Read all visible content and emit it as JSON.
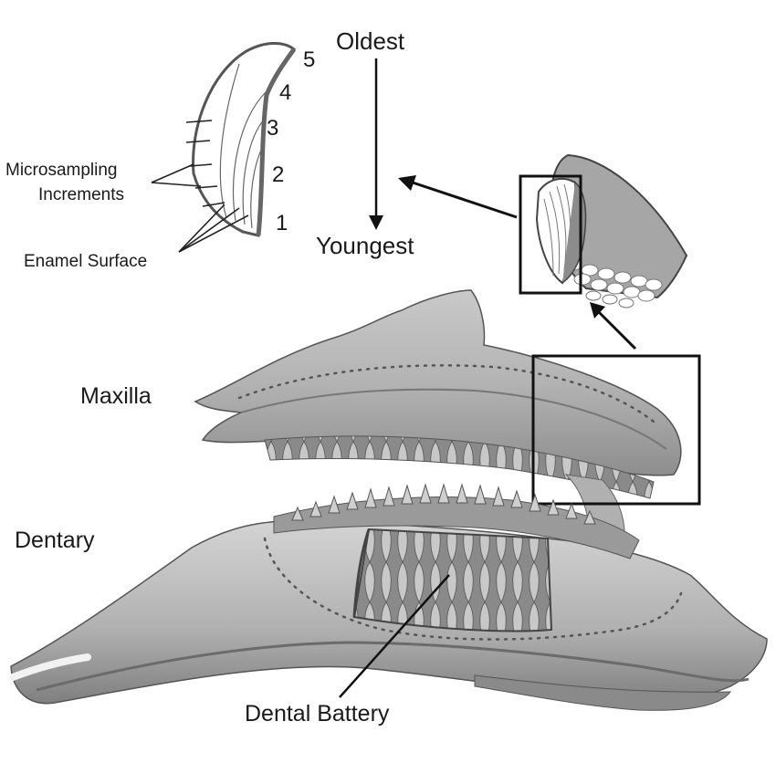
{
  "labels": {
    "oldest": "Oldest",
    "youngest": "Youngest",
    "microsampling_line1": "Microsampling",
    "microsampling_line2": "Increments",
    "enamel_surface": "Enamel Surface",
    "maxilla": "Maxilla",
    "dentary": "Dentary",
    "dental_battery": "Dental Battery"
  },
  "increments": [
    "1",
    "2",
    "3",
    "4",
    "5"
  ]
}
